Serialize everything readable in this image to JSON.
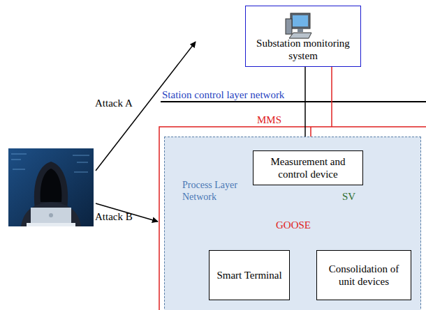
{
  "diagram": {
    "nodes": [
      {
        "text": [
          "Substation monitoring system"
        ]
      },
      {
        "text": [
          "Process Layer Network"
        ]
      },
      {
        "text": [
          "Measurement and control device"
        ],
        "in": 1
      },
      {
        "text": [
          "Smart Terminal"
        ],
        "in": 1
      },
      {
        "text": [
          "Consolidation of unit devices"
        ],
        "in": 1
      }
    ],
    "edges": [
      {
        "from": 0,
        "to": 2,
        "arrow": "none"
      },
      {
        "from": 3,
        "to": 2,
        "arrow": "to",
        "label": "GOOSE"
      },
      {
        "from": 4,
        "to": 2,
        "arrow": "to",
        "label": "SV"
      }
    ],
    "labels": [
      "Attack A",
      "Attack B",
      "Station control layer network",
      "MMS"
    ]
  }
}
